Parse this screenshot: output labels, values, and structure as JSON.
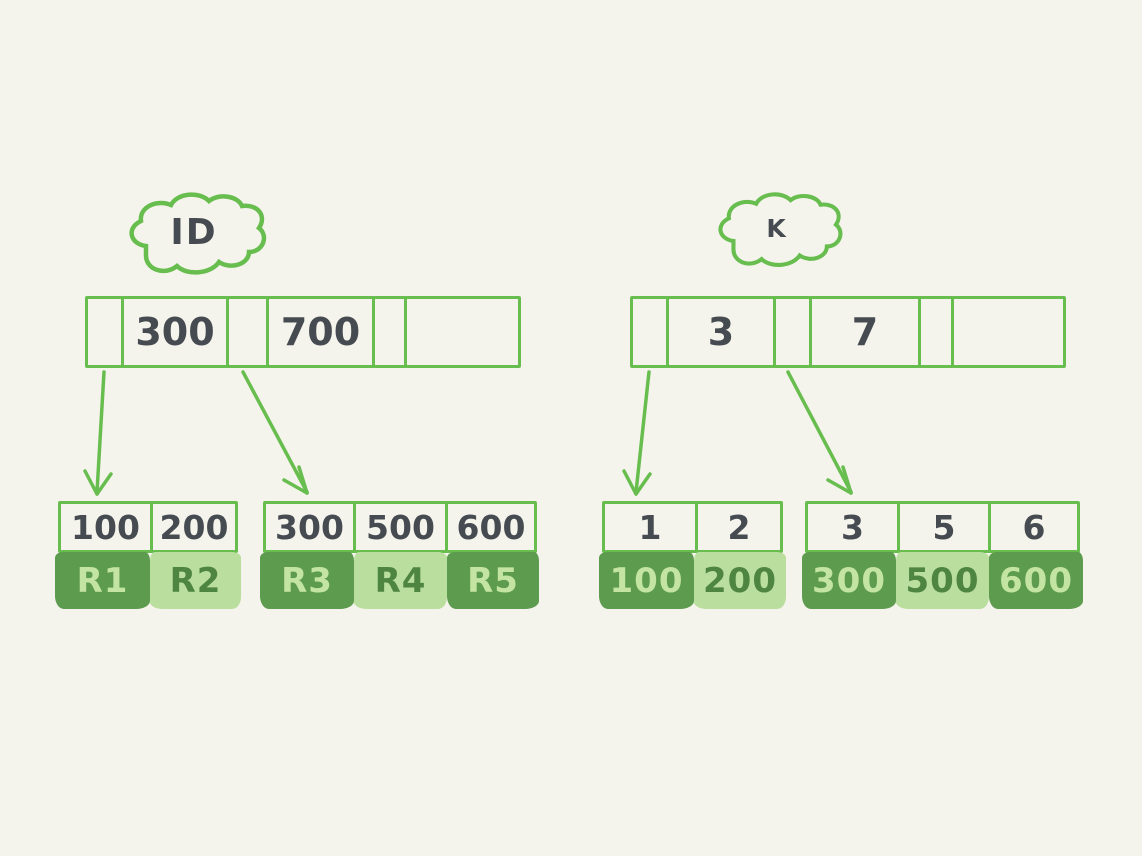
{
  "title": "B-tree index diagram",
  "colors": {
    "background": "#f5f4ec",
    "stroke_green": "#68bd4f",
    "dark_block": "#5d9b4e",
    "light_block": "#bade9d",
    "ink": "#454b50",
    "light_block_text": "#c4e4a3",
    "dark_block_text": "#4e8540"
  },
  "left_tree": {
    "label": "ID",
    "root_cells": [
      {
        "type": "pointer",
        "text": ""
      },
      {
        "type": "key",
        "text": "300"
      },
      {
        "type": "pointer",
        "text": ""
      },
      {
        "type": "key",
        "text": "700"
      },
      {
        "type": "pointer",
        "text": ""
      },
      {
        "type": "empty",
        "text": ""
      }
    ],
    "leaves": [
      {
        "keys": [
          "100",
          "200"
        ],
        "records": [
          "R1",
          "R2"
        ]
      },
      {
        "keys": [
          "300",
          "500",
          "600"
        ],
        "records": [
          "R3",
          "R4",
          "R5"
        ]
      }
    ]
  },
  "right_tree": {
    "label": "K",
    "root_cells": [
      {
        "type": "pointer",
        "text": ""
      },
      {
        "type": "key",
        "text": "3"
      },
      {
        "type": "pointer",
        "text": ""
      },
      {
        "type": "key",
        "text": "7"
      },
      {
        "type": "pointer",
        "text": ""
      },
      {
        "type": "empty",
        "text": ""
      }
    ],
    "leaves": [
      {
        "keys": [
          "1",
          "2"
        ],
        "records": [
          "100",
          "200"
        ]
      },
      {
        "keys": [
          "3",
          "5",
          "6"
        ],
        "records": [
          "300",
          "500",
          "600"
        ]
      }
    ]
  }
}
